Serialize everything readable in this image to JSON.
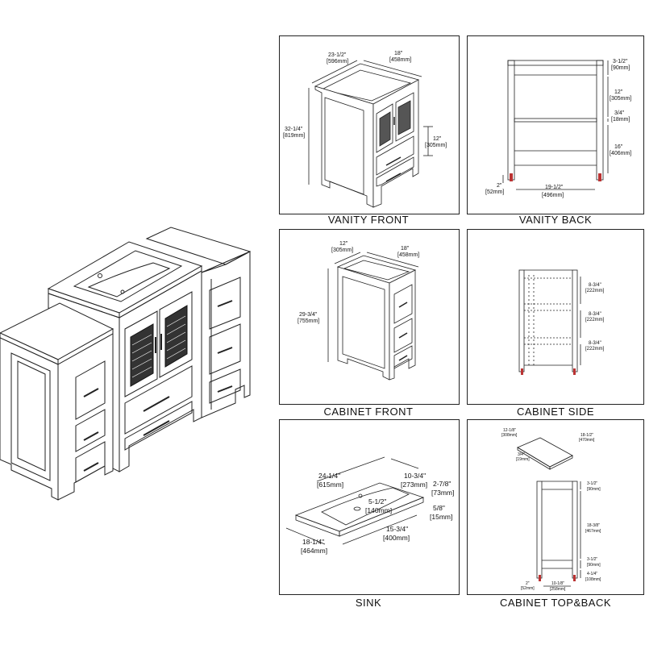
{
  "captions": {
    "vanity_front": "VANITY FRONT",
    "vanity_back": "VANITY BACK",
    "cabinet_front": "CABINET FRONT",
    "cabinet_side": "CABINET SIDE",
    "sink": "SINK",
    "cabinet_top_back": "CABINET TOP&BACK"
  },
  "vanity_front": {
    "width": "23-1/2\"",
    "width_mm": "[596mm]",
    "depth": "18\"",
    "depth_mm": "[458mm]",
    "height": "32-1/4\"",
    "height_mm": "[819mm]",
    "drawer": "12\"",
    "drawer_mm": "[305mm]"
  },
  "vanity_back": {
    "top": "3-1/2\"",
    "top_mm": "[90mm]",
    "upper": "12\"",
    "upper_mm": "[305mm]",
    "shelf": "3/4\"",
    "shelf_mm": "[18mm]",
    "lower": "16\"",
    "lower_mm": "[406mm]",
    "leg": "2\"",
    "leg_mm": "[52mm]",
    "inner": "19-1/2\"",
    "inner_mm": "[496mm]"
  },
  "cabinet_front": {
    "width": "12\"",
    "width_mm": "[305mm]",
    "depth": "18\"",
    "depth_mm": "[458mm]",
    "height": "29-3/4\"",
    "height_mm": "[755mm]"
  },
  "cabinet_side": {
    "d1": "8-3/4\"",
    "d1_mm": "[222mm]",
    "d2": "8-3/4\"",
    "d2_mm": "[222mm]",
    "d3": "8-3/4\"",
    "d3_mm": "[222mm]"
  },
  "sink": {
    "length": "24-1/4\"",
    "length_mm": "[615mm]",
    "bowl_w": "10-3/4\"",
    "bowl_w_mm": "[273mm]",
    "edge": "2-7/8\"",
    "edge_mm": "[73mm]",
    "depth": "5-1/2\"",
    "depth_mm": "[140mm]",
    "thick": "5/8\"",
    "thick_mm": "[15mm]",
    "bowl_l": "15-3/4\"",
    "bowl_l_mm": "[400mm]",
    "width": "18-1/4\"",
    "width_mm": "[464mm]"
  },
  "cabinet_top_back": {
    "top_w": "12-1/8\"",
    "top_w_mm": "[308mm]",
    "top_d": "18-1/2\"",
    "top_d_mm": "[470mm]",
    "top_t": "3/4\"",
    "top_t_mm": "[19mm]",
    "b_top": "3-1/2\"",
    "b_top_mm": "[90mm]",
    "b_mid": "18-3/8\"",
    "b_mid_mm": "[467mm]",
    "b_low": "3-1/2\"",
    "b_low_mm": "[90mm]",
    "b_leg": "4-1/4\"",
    "b_leg_mm": "[108mm]",
    "b_foot": "2\"",
    "b_foot_mm": "[52mm]",
    "b_inner": "10-1/8\"",
    "b_inner_mm": "[258mm]"
  }
}
